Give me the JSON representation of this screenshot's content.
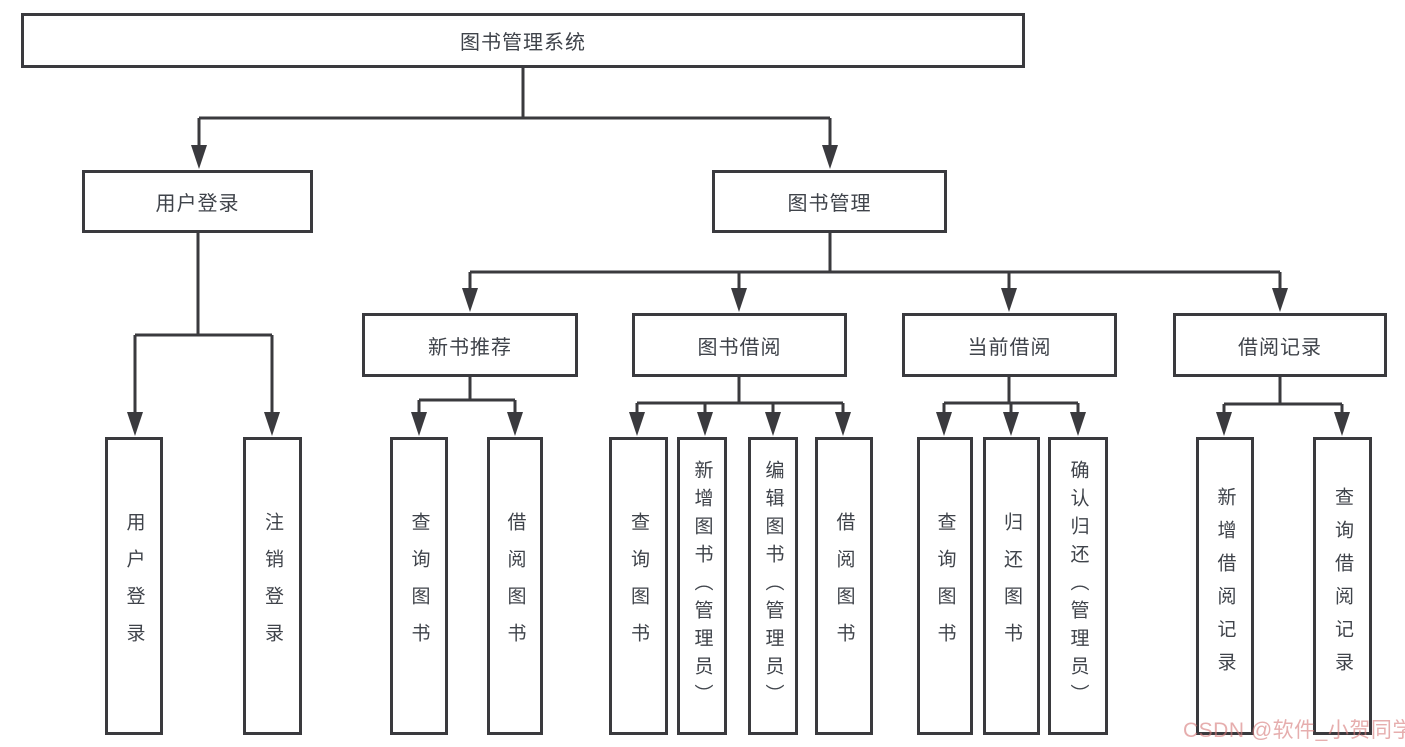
{
  "tree": {
    "root": {
      "label": "图书管理系统",
      "children": [
        {
          "label": "用户登录",
          "children": [
            {
              "label": "用户登录"
            },
            {
              "label": "注销登录"
            }
          ]
        },
        {
          "label": "图书管理",
          "children": [
            {
              "label": "新书推荐",
              "children": [
                {
                  "label": "查询图书"
                },
                {
                  "label": "借阅图书"
                }
              ]
            },
            {
              "label": "图书借阅",
              "children": [
                {
                  "label": "查询图书"
                },
                {
                  "label": "新增图书（管理员）"
                },
                {
                  "label": "编辑图书（管理员）"
                },
                {
                  "label": "借阅图书"
                }
              ]
            },
            {
              "label": "当前借阅",
              "children": [
                {
                  "label": "查询图书"
                },
                {
                  "label": "归还图书"
                },
                {
                  "label": "确认归还（管理员）"
                }
              ]
            },
            {
              "label": "借阅记录",
              "children": [
                {
                  "label": "新增借阅记录"
                },
                {
                  "label": "查询借阅记录"
                }
              ]
            }
          ]
        }
      ]
    }
  },
  "watermark": {
    "text": "CSDN @软件_小贺同学"
  },
  "colors": {
    "line": "#3a3a3e",
    "text": "#3f434a",
    "watermark": "#d67d7d"
  }
}
